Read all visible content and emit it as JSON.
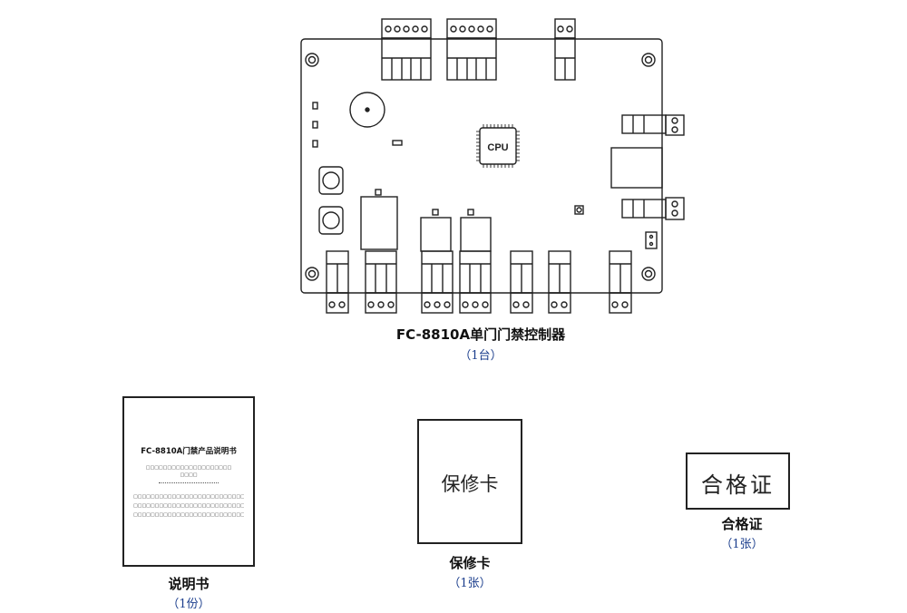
{
  "board": {
    "title": "FC-8810A单门门禁控制器",
    "qty": "（1台）",
    "cpu_label": "CPU"
  },
  "manual": {
    "booklet_title": "FC-8810A门禁产品说明书",
    "booklet_line1": "□□□□□□□□□□□□□□□□□□□□",
    "booklet_line2": "□□□□",
    "booklet_line3": "□□□□□□□□□□□□□□□□□□□□□□□□□□□□□□□□□□□□□□",
    "booklet_line4": "□□□□□□□□□□□□□□□□□□□□□□□□□□□□□□□□□□□□□□",
    "booklet_line5": "□□□□□□□□□□□□□□□□□□□□□□□□□□□□□□□□□□□□□□",
    "title": "说明书",
    "qty": "（1份）"
  },
  "warranty": {
    "card_text": "保修卡",
    "title": "保修卡",
    "qty": "（1张）"
  },
  "certificate": {
    "card_text": "合格证",
    "title": "合格证",
    "qty": "（1张）"
  }
}
